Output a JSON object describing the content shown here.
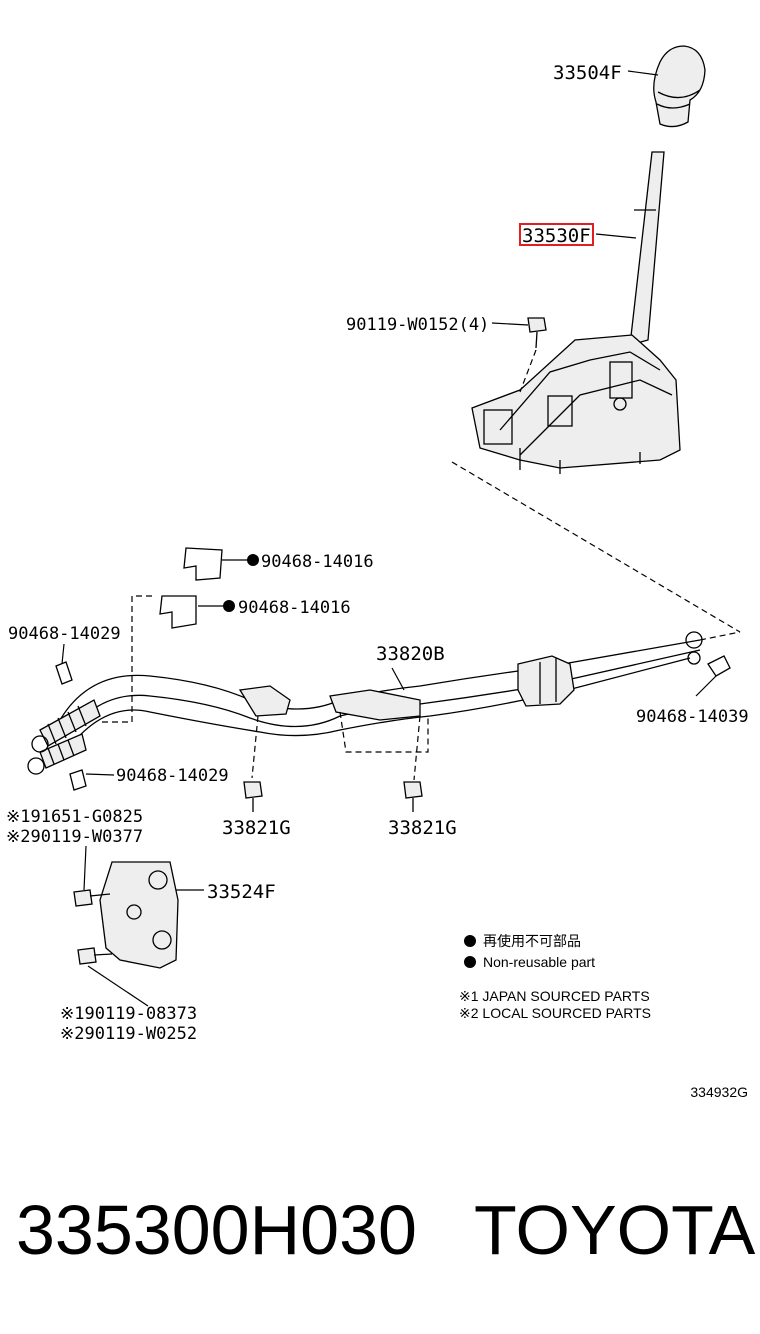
{
  "diagram": {
    "callouts": {
      "knob": "33504F",
      "lever": "33530F",
      "bolt_lever": "90119-W0152(4)",
      "clip_a": "90468-14016",
      "clip_b": "90468-14016",
      "clip_left_top": "90468-14029",
      "clip_left_bottom": "90468-14029",
      "cable": "33820B",
      "clip_right": "90468-14039",
      "grommet_left": "33821G",
      "grommet_right": "33821G",
      "bracket": "33524F",
      "bolt_upper_1": "※191651-G0825",
      "bolt_upper_2": "※290119-W0377",
      "bolt_lower_1": "※190119-08373",
      "bolt_lower_2": "※290119-W0252"
    },
    "highlight_color": "#e02020",
    "legend": {
      "jp_text": "再使用不可部品",
      "en_text": "Non-reusable part",
      "note1": "※1 JAPAN SOURCED PARTS",
      "note2": "※2 LOCAL SOURCED PARTS"
    },
    "figure_id": "334932G"
  },
  "footer": {
    "part_number": "335300H030",
    "brand": "TOYOTA"
  }
}
